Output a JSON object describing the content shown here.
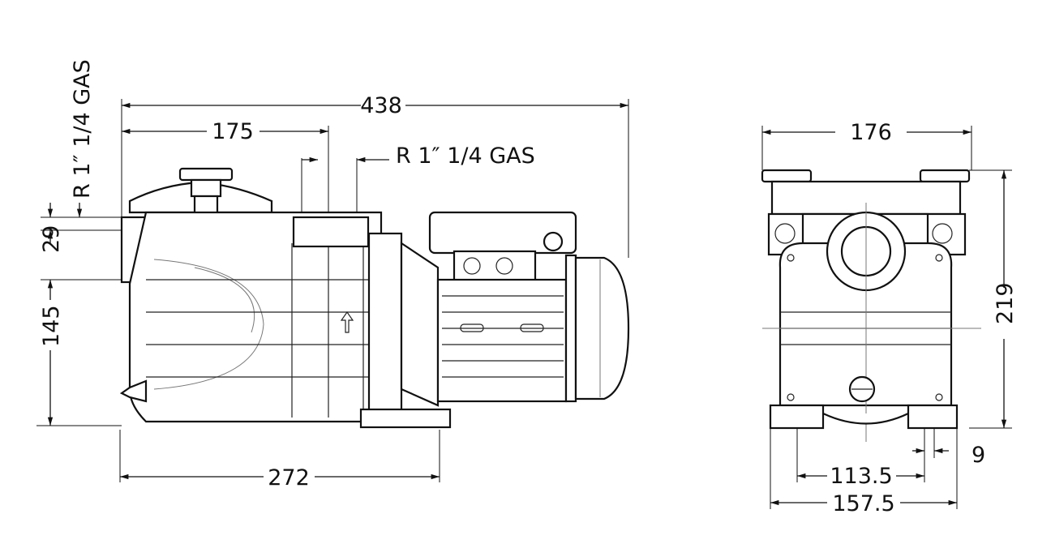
{
  "side_view": {
    "overall_length": "438",
    "inlet_to_outlet": "175",
    "outlet_connection": "R 1″ 1/4 GAS",
    "inlet_connection": "R 1″ 1/4 GAS",
    "inlet_height_offset": "29",
    "inlet_height": "145",
    "base_length": "272"
  },
  "front_view": {
    "width": "176",
    "height": "219",
    "foot_slot": "9",
    "foot_inner_spacing": "113.5",
    "foot_outer_spacing": "157.5"
  }
}
